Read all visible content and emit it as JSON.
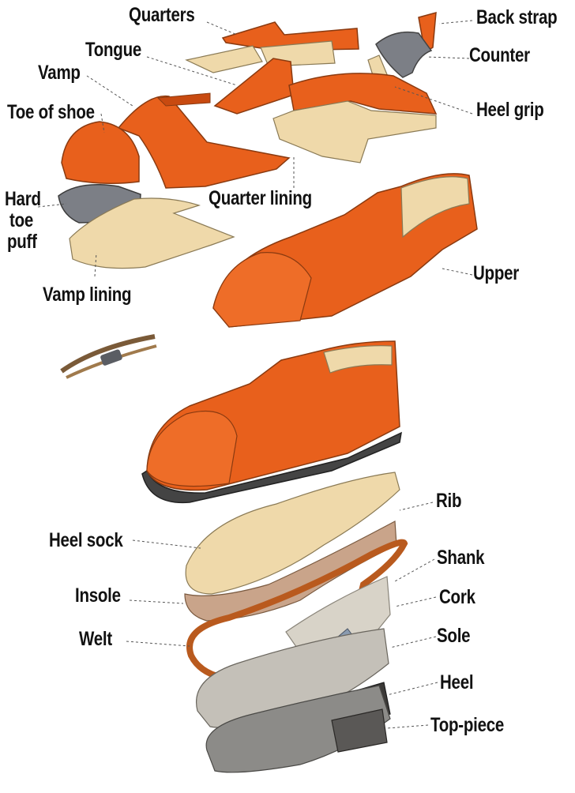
{
  "colors": {
    "leather": "#e8601c",
    "leather_dark": "#c84a10",
    "lining": "#efd9aa",
    "puff": "#7c7f86",
    "sole_grey": "#8c8b88",
    "welt": "#b95a1e",
    "label": "#111111"
  },
  "labels": {
    "quarters": "Quarters",
    "back_strap": "Back strap",
    "tongue": "Tongue",
    "counter": "Counter",
    "vamp": "Vamp",
    "heel_grip": "Heel grip",
    "toe_of_shoe": "Toe of shoe",
    "quarter_lining": "Quarter lining",
    "hard_toe_puff_1": "Hard",
    "hard_toe_puff_2": "toe",
    "hard_toe_puff_3": "puff",
    "upper": "Upper",
    "vamp_lining": "Vamp lining",
    "rib": "Rib",
    "heel_sock": "Heel sock",
    "shank": "Shank",
    "insole": "Insole",
    "cork": "Cork",
    "welt": "Welt",
    "sole": "Sole",
    "heel": "Heel",
    "top_piece": "Top-piece"
  }
}
